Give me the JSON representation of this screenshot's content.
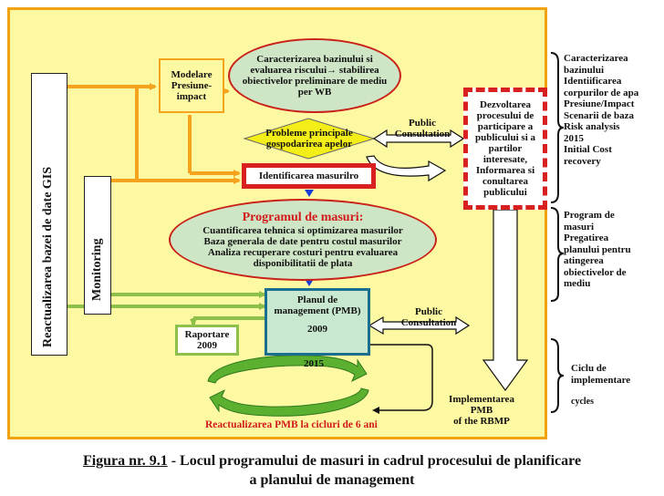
{
  "diagram": {
    "vertical_left_1": "Reactualizarea bazei de date GIS",
    "vertical_left_2": "Monitoring",
    "modelare": [
      "Modelare",
      "Presiune-",
      "impact"
    ],
    "top_ellipse": [
      "Caracterizarea bazinului si",
      "evaluarea riscului→ stabilirea",
      "obiectivelor preliminare de mediu",
      "per WB"
    ],
    "probleme": [
      "Probleme principale",
      "gospodarirea apelor"
    ],
    "public_consultation_1": [
      "Public",
      "Consultation"
    ],
    "identificarea": "Identificarea masurilro",
    "dezvoltarea": [
      "Dezvoltarea",
      "procesului de",
      "participare  a",
      "publicului si a",
      "partilor",
      "interesate,",
      "Informarea si",
      "conultarea",
      "publicului"
    ],
    "programul_title": "Programul de masuri:",
    "programul_lines": [
      "Cuantificarea tehnica si optimizarea masurilor",
      "Baza generala de date pentru costul masurilor",
      "Analiza recuperare costuri pentru evaluarea",
      "disponibilitatii de plata"
    ],
    "planul": [
      "Planul de",
      "management (PMB)"
    ],
    "planul_year": "2009",
    "public_consultation_2": [
      "Public",
      "Consultation"
    ],
    "raportare": [
      "Raportare",
      "2009"
    ],
    "year_2015": "2015",
    "implementarea": [
      "Implementarea",
      "PMB",
      "of the RBMP"
    ],
    "reactualizarea": "Reactualizarea PMB la cicluri de 6 ani",
    "right_col_1": [
      "Caracterizarea",
      "bazinului",
      "Identiificarea",
      "corpurilor de apa",
      "Presiune/Impact",
      "Scenarii de baza",
      "Risk analysis",
      "2015",
      "Initial Cost",
      "recovery"
    ],
    "right_col_2": [
      "Program de",
      "masuri",
      "Pregatirea",
      "planului pentru",
      "atingerea",
      "obiectivelor de",
      "mediu"
    ],
    "right_col_3": [
      "Ciclu de",
      "implementare",
      "",
      "cycles"
    ]
  },
  "caption": {
    "figure_label": "Figura nr. 9.1",
    "line1": " - Locul programului de masuri in cadrul procesului de planificare",
    "line2": "a planului de management"
  },
  "colors": {
    "background_fill": "#fdf8a2",
    "frame": "#f2a20c",
    "ellipse_fill": "#cfe6c6",
    "red": "#c8221a",
    "arrow_orange": "#f5a21c",
    "green_line": "#8cc04a",
    "raportare_border": "#8cc04a",
    "planul_fill": "#c8e8d0",
    "planul_border": "#1a6e8e",
    "diamond_fill": "#f4ee18",
    "blue_marker": "#1b3ed8"
  }
}
